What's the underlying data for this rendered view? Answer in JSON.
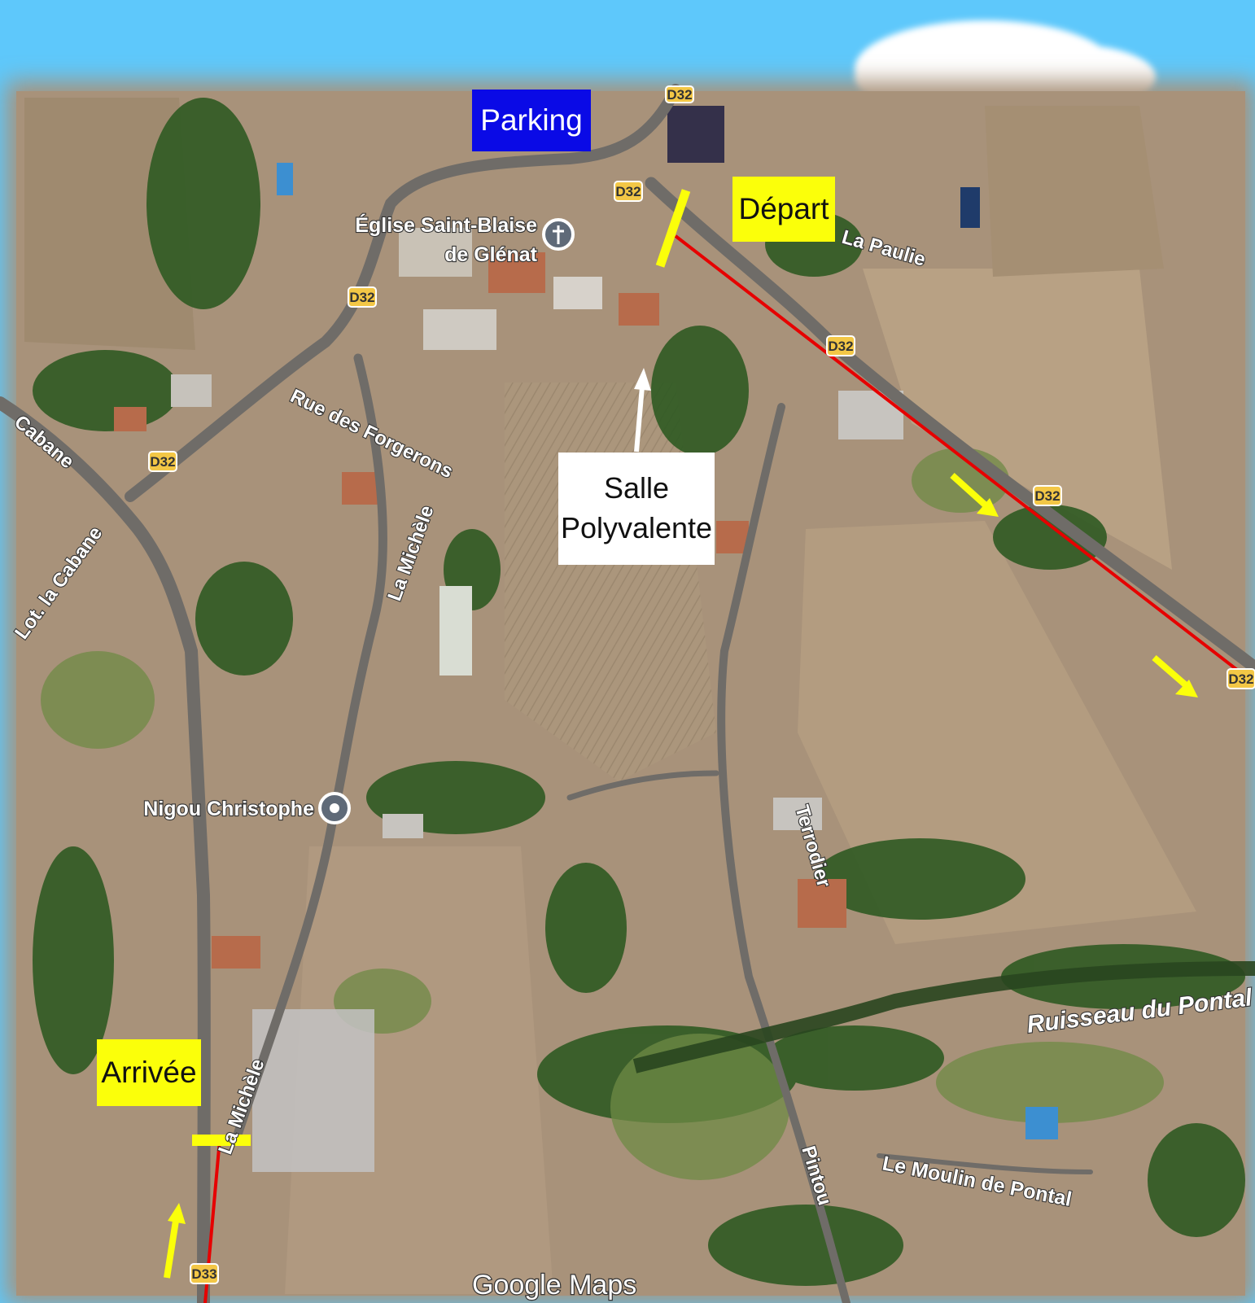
{
  "map": {
    "type": "satellite",
    "attribution": "Google Maps",
    "colors": {
      "sky_background": "#5ec8fb",
      "field": "#a8927a",
      "route_line": "#e60000",
      "marker_yellow": "#fbff0a",
      "parking_box": "#0a0ae6",
      "arrow_yellow": "#fbff0a",
      "arrow_white": "#ffffff"
    },
    "labels": {
      "parking": "Parking",
      "depart": "Départ",
      "arrivee": "Arrivée",
      "salle_line1": "Salle",
      "salle_line2": "Polyvalente"
    },
    "places": {
      "church_line1": "Église Saint-Blaise",
      "church_line2": "de Glénat",
      "church_icon": "church-cross-icon",
      "poi": "Nigou Christophe",
      "poi_icon": "map-pin-icon"
    },
    "streets": {
      "rue_des_forgerons": "Rue des Forgerons",
      "la_michele_1": "La Michèle",
      "la_michele_2": "La Michèle",
      "la_paulie": "La Paulie",
      "cabane": "Cabane",
      "lot_la_cabane": "Lot. la Cabane",
      "terrodier": "Terrodier",
      "pintou": "Pintou",
      "ruisseau": "Ruisseau du Pontal",
      "moulin": "Le Moulin de Pontal"
    },
    "road_badges": [
      "D32",
      "D32",
      "D32",
      "D32",
      "D32",
      "D32",
      "D32",
      "D33"
    ]
  }
}
